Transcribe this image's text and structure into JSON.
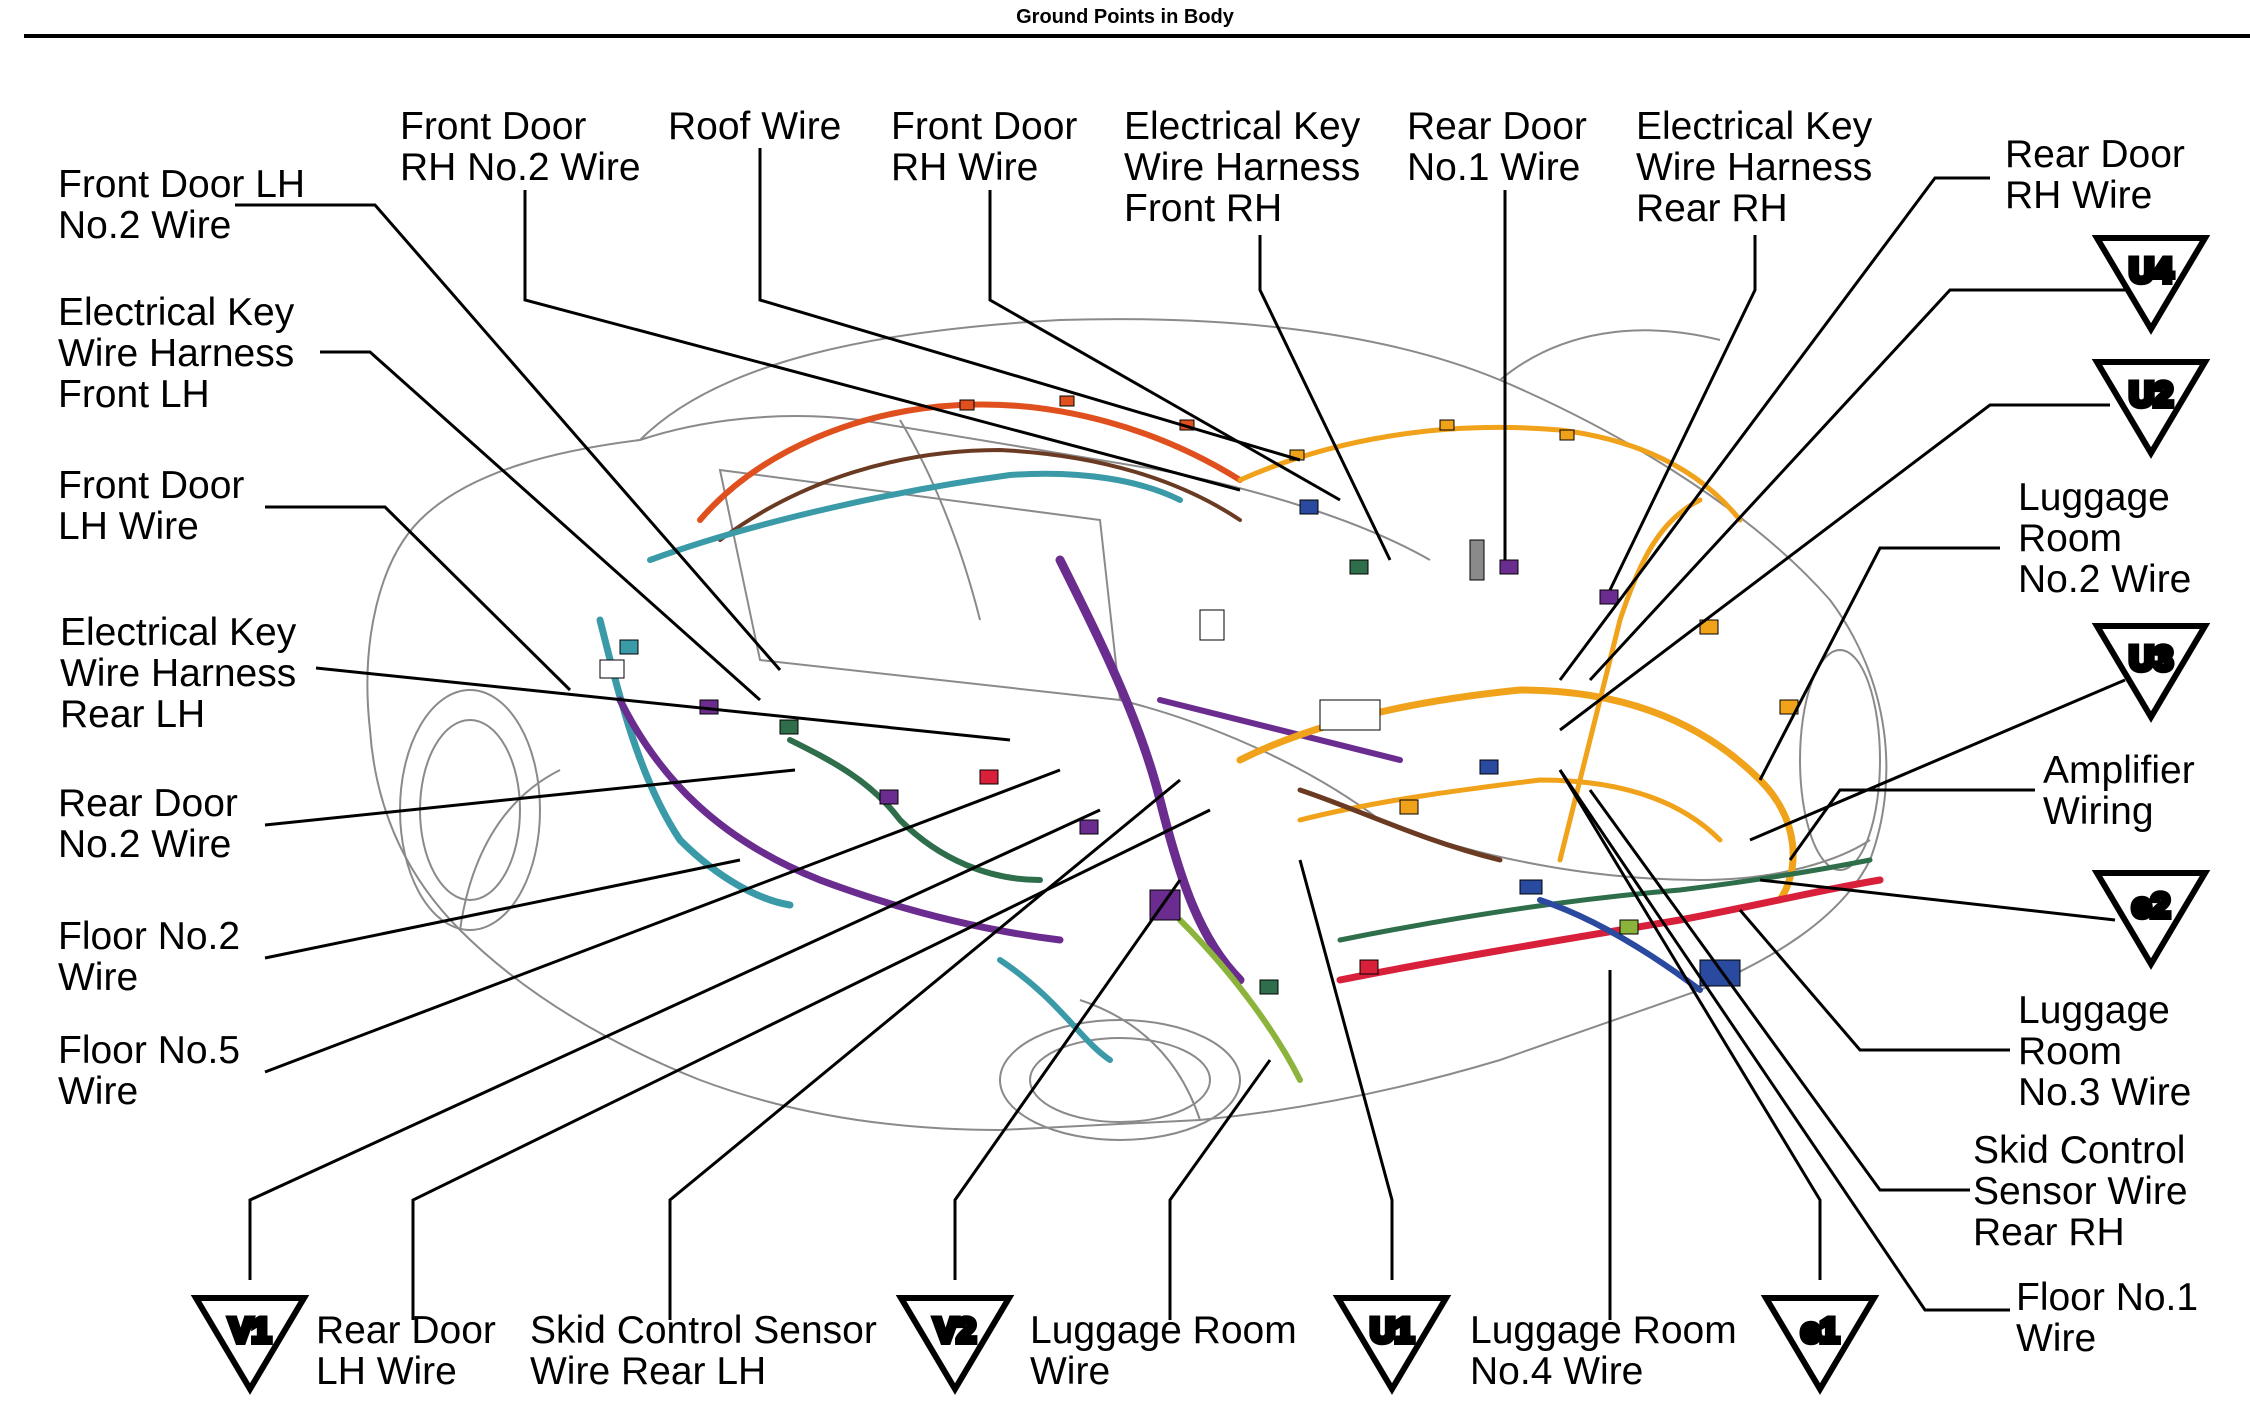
{
  "page_title": "Ground Points in Body",
  "labels": {
    "front_door_lh_no2": "Front Door LH\nNo.2 Wire",
    "front_door_rh_no2": "Front Door\nRH No.2 Wire",
    "roof_wire": "Roof Wire",
    "front_door_rh": "Front Door\nRH Wire",
    "ek_front_rh": "Electrical Key\nWire Harness\nFront RH",
    "rear_door_no1": "Rear Door\nNo.1 Wire",
    "ek_rear_rh": "Electrical Key\nWire Harness\nRear RH",
    "rear_door_rh": "Rear Door\nRH Wire",
    "ek_front_lh": "Electrical Key\nWire Harness\nFront LH",
    "front_door_lh": "Front Door\nLH Wire",
    "ek_rear_lh": "Electrical Key\nWire Harness\nRear LH",
    "rear_door_no2": "Rear Door\nNo.2 Wire",
    "floor_no2": "Floor No.2\nWire",
    "floor_no5": "Floor No.5\nWire",
    "luggage_room_no2": "Luggage\nRoom\nNo.2 Wire",
    "amplifier_wiring": "Amplifier\nWiring",
    "luggage_room_no3": "Luggage\nRoom\nNo.3 Wire",
    "skid_control_rear_rh": "Skid Control\nSensor Wire\nRear RH",
    "floor_no1": "Floor No.1\nWire",
    "rear_door_lh": "Rear Door\nLH Wire",
    "skid_control_rear_lh": "Skid Control Sensor\nWire Rear LH",
    "luggage_room": "Luggage Room\nWire",
    "luggage_room_no4": "Luggage Room\nNo.4 Wire"
  },
  "ground_points": {
    "u4": "U4",
    "u2": "U2",
    "u3": "U3",
    "e2": "e2",
    "v1": "V1",
    "v2": "V2",
    "u1": "U1",
    "e1": "e1"
  },
  "wire_colors": {
    "purple": "#6a2c8e",
    "orange": "#f0a21a",
    "teal": "#3a9aa8",
    "green": "#2e6e4a",
    "red": "#d8203a",
    "lime": "#8cb43c",
    "brown": "#6a3a22",
    "blue": "#2a4aa0",
    "orangered": "#e0501e"
  }
}
